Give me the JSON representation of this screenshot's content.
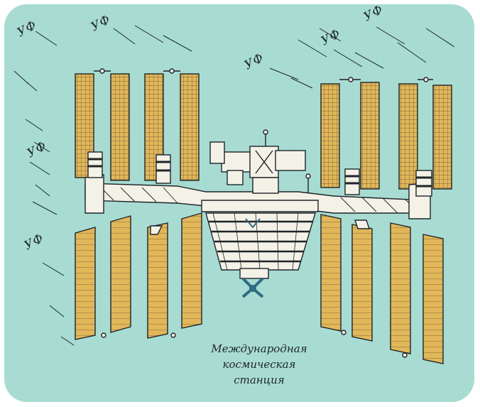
{
  "uv_label": "УФ",
  "caption": {
    "line1": "Международная",
    "line2": "космическая",
    "line3": "станция"
  },
  "colors": {
    "background": "#a8dcd2",
    "panel": "#e2b75a",
    "ink": "#1e2428",
    "hull": "#f4f1e7",
    "accent": "#2f6a80"
  }
}
